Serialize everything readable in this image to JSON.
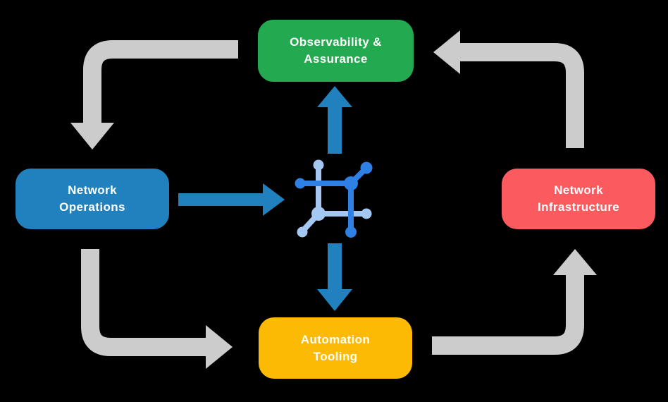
{
  "diagram": {
    "name": "network-automation-cycle",
    "nodes": {
      "observability": {
        "label": "Observability &\nAssurance",
        "color": "#23A950",
        "text_color": "#FFFFFF"
      },
      "operations": {
        "label": "Network\nOperations",
        "color": "#2181BF",
        "text_color": "#FFFFFF"
      },
      "infrastructure": {
        "label": "Network\nInfrastructure",
        "color": "#FB5A5F",
        "text_color": "#FFFFFF"
      },
      "automation": {
        "label": "Automation\nTooling",
        "color": "#FCBA04",
        "text_color": "#FFFFFF"
      }
    },
    "center_icon": "network-mesh-icon",
    "colors": {
      "background": "#000000",
      "arrow_gray": "#CCCCCC",
      "arrow_blue": "#2181BF",
      "icon_dark_blue": "#2F80E4",
      "icon_light_blue": "#A4C8F2"
    },
    "edges": [
      {
        "from": "observability",
        "to": "operations",
        "style": "gray-elbow"
      },
      {
        "from": "operations",
        "to": "automation",
        "style": "gray-elbow"
      },
      {
        "from": "automation",
        "to": "infrastructure",
        "style": "gray-elbow"
      },
      {
        "from": "infrastructure",
        "to": "observability",
        "style": "gray-elbow"
      },
      {
        "from": "operations",
        "to": "center-icon",
        "style": "blue-straight"
      },
      {
        "from": "center-icon",
        "to": "observability",
        "style": "blue-straight"
      },
      {
        "from": "center-icon",
        "to": "automation",
        "style": "blue-straight"
      }
    ]
  }
}
